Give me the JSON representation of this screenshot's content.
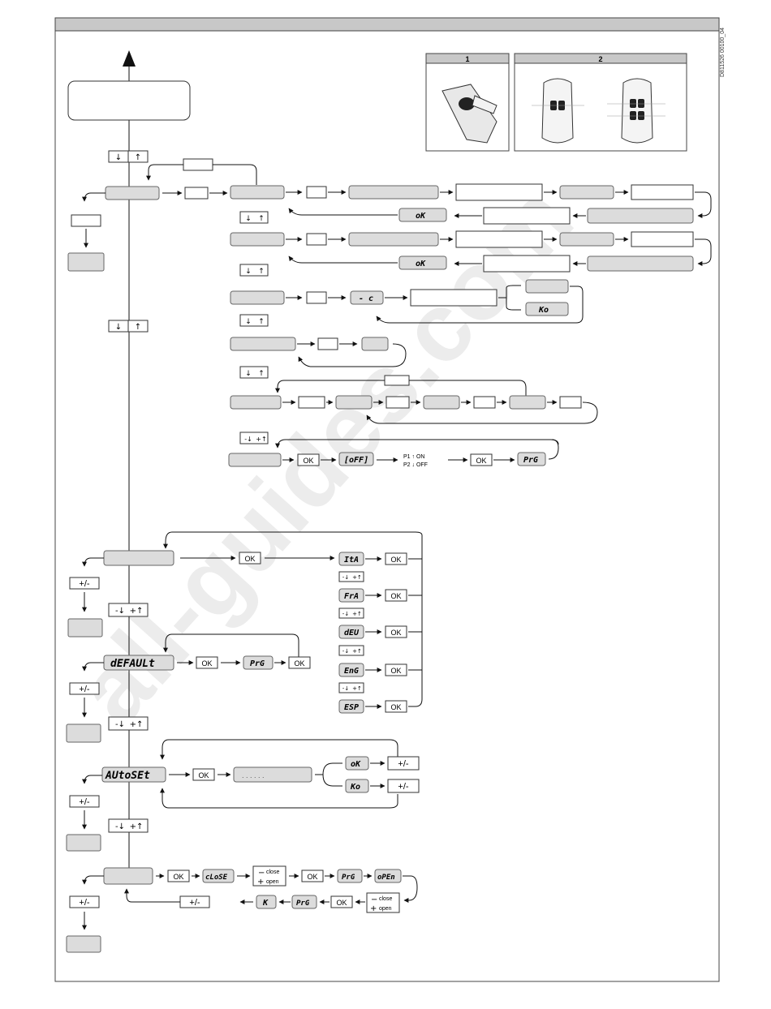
{
  "doc_id": "D811526 00100_04",
  "panels": [
    {
      "label": "1"
    },
    {
      "label": "2"
    }
  ],
  "nav": {
    "down_up": [
      "↓",
      "↑"
    ],
    "minus_down_plus_up": [
      "-↓",
      "+↑"
    ],
    "plus_minus": "+/-"
  },
  "codes": {
    "ok_seg": "oK",
    "ko_seg": "Ko",
    "dash_c": "- c",
    "off": "[oFF]",
    "prg": "PrG",
    "ok_btn": "OK",
    "p1": "P1 ↑ ON",
    "p2": "P2 ↓ OFF",
    "ita": "ItA",
    "fra": "FrA",
    "deu": "dEU",
    "eng": "EnG",
    "esp": "ESP",
    "default": "dEFAULt",
    "autoset": "AUtoSEt",
    "dots": ". . .      . . .",
    "close": "cLoSE",
    "open": "oPEn",
    "k": "K",
    "minus": "−",
    "plus": "+",
    "close_word": "close",
    "open_word": "open"
  },
  "watermark": "all-guides.com",
  "colors": {
    "frame": "#4a4a4a",
    "grey_box": "#dcdcdc",
    "header": "#c8c8c8",
    "watermark": "#e6e6e6"
  }
}
